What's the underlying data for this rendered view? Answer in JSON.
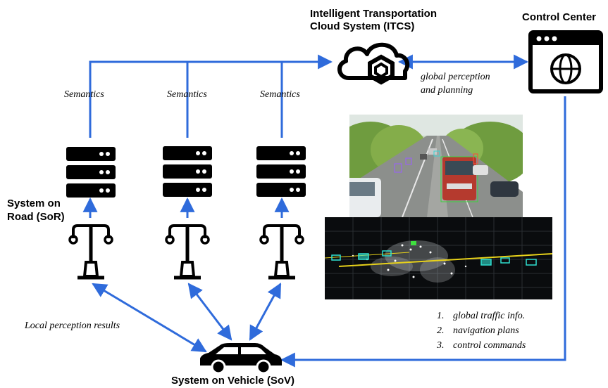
{
  "nodes": {
    "itcs_title_line1": "Intelligent Transportation",
    "itcs_title_line2": "Cloud System (ITCS)",
    "control_center_title": "Control Center",
    "sor_title_line1": "System on",
    "sor_title_line2": "Road (SoR)",
    "sov_title": "System on Vehicle (SoV)"
  },
  "edge_labels": {
    "semantics_1": "Semantics",
    "semantics_2": "Semantics",
    "semantics_3": "Semantics",
    "global_line1": "global perception",
    "global_line2": "and planning",
    "local_perception": "Local perception results"
  },
  "info_list": [
    {
      "num": "1.",
      "text": "global traffic info."
    },
    {
      "num": "2.",
      "text": "navigation plans"
    },
    {
      "num": "3.",
      "text": "control commands"
    }
  ],
  "colors": {
    "arrow": "#2f6bdb",
    "icon": "#000000"
  },
  "icons": {
    "cloud": "cloud-icon",
    "browser": "browser-globe-icon",
    "server": "server-icon",
    "road_sensor": "street-sensor-icon",
    "car": "car-icon"
  }
}
